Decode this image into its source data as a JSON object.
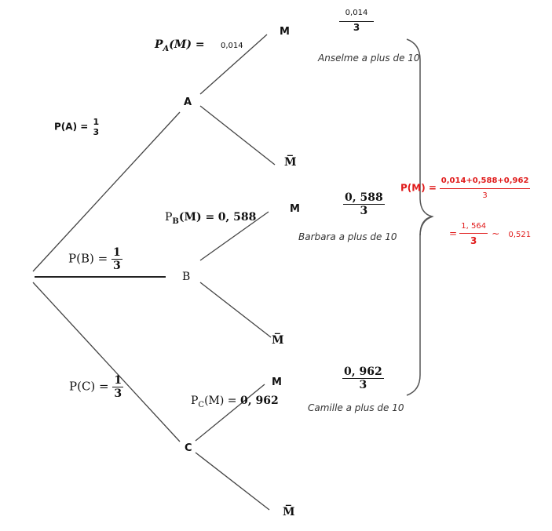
{
  "nodes": {
    "a": "A",
    "b": "B",
    "c": "C",
    "m": "M",
    "m_bar": "M̅"
  },
  "branch_labels": {
    "pa": {
      "text": "P(A) =",
      "num": "1",
      "den": "3"
    },
    "pb": {
      "text": "P(B) =",
      "num": "1",
      "den": "3"
    },
    "pc": {
      "text": "P(C) =",
      "num": "1",
      "den": "3"
    },
    "pa_m": {
      "text": "P",
      "sub": "A",
      "paren": "(M) =",
      "value": "0,014"
    },
    "pb_m": {
      "text": "P",
      "sub": "B",
      "paren": "(M) =",
      "value": "0, 588"
    },
    "pc_m": {
      "text": "P",
      "sub": "C",
      "paren": "(M) =",
      "value": "0, 962"
    }
  },
  "outcomes": [
    {
      "num": "0,014",
      "den": "3",
      "caption": "Anselme a plus de 10"
    },
    {
      "num": "0, 588",
      "den": "3",
      "caption": "Barbara a plus de 10"
    },
    {
      "num": "0, 962",
      "den": "3",
      "caption": "Camille a plus de 10"
    }
  ],
  "total": {
    "label": "P(M) =",
    "num": "0,014+0,588+0,962",
    "den": "3",
    "eq": "=",
    "num2": "1, 564",
    "den2": "3",
    "approx": "~",
    "result": "0,521"
  },
  "colors": {
    "line": "#444444",
    "text": "#111111",
    "total_red": "#e01b1b"
  }
}
